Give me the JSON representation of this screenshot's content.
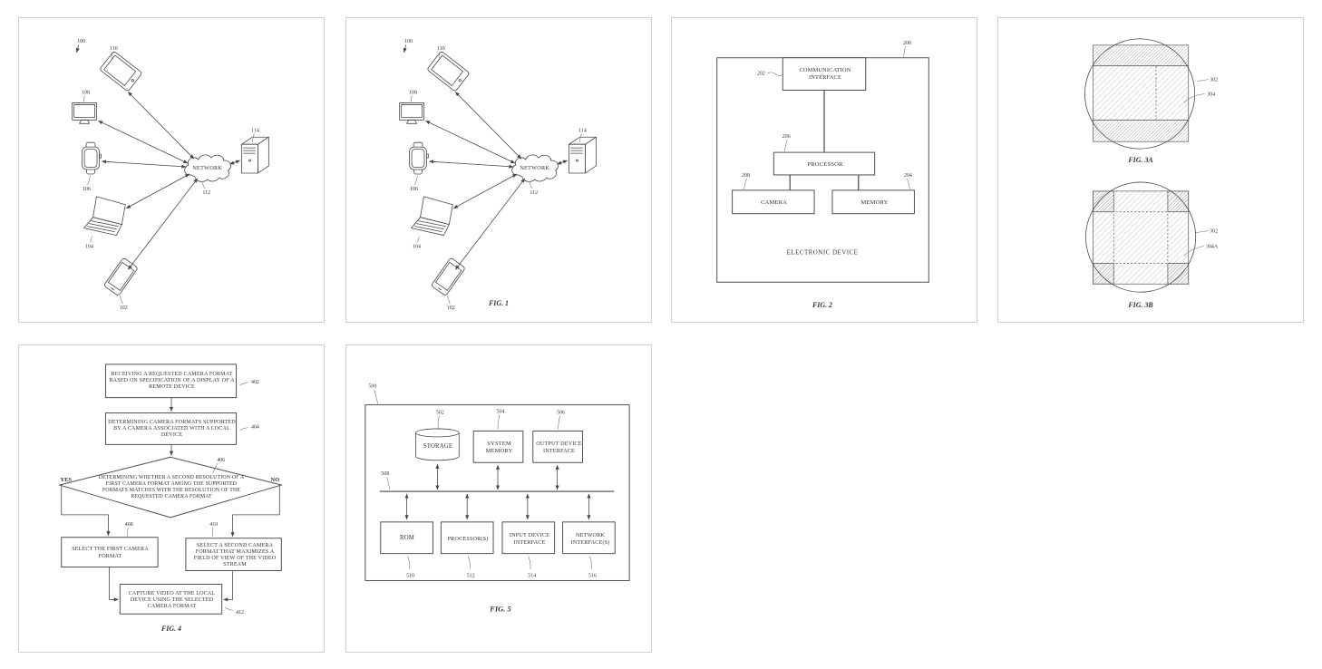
{
  "page": {
    "background": "#ffffff",
    "panel_border": "#cfcfcf",
    "ink": "#3c3c3c"
  },
  "figures": {
    "fig1_preview": {
      "cloud_label": "NETWORK",
      "refs": {
        "root": "100",
        "tablet": "110",
        "display": "108",
        "watch": "106",
        "laptop": "104",
        "phone": "102",
        "server": "114",
        "network": "112"
      },
      "fig_label": ""
    },
    "fig1": {
      "cloud_label": "NETWORK",
      "refs": {
        "root": "100",
        "tablet": "110",
        "display": "108",
        "watch": "106",
        "laptop": "104",
        "phone": "102",
        "server": "114",
        "network": "112"
      },
      "fig_label": "FIG. 1"
    },
    "fig2": {
      "boxes": {
        "comm": "COMMUNICATION INTERFACE",
        "processor": "PROCESSOR",
        "camera": "CAMERA",
        "memory": "MEMORY"
      },
      "refs": {
        "outer": "200",
        "comm": "202",
        "processor": "206",
        "camera": "208",
        "memory": "204"
      },
      "container_label": "ELECTRONIC DEVICE",
      "fig_label": "FIG. 2"
    },
    "fig3a": {
      "refs": {
        "r1": "302",
        "r2": "304"
      },
      "fig_label": "FIG. 3A"
    },
    "fig3b": {
      "refs": {
        "r1": "302",
        "r2": "304A"
      },
      "fig_label": "FIG. 3B"
    },
    "fig4": {
      "steps": {
        "s402": "RECEIVING A REQUESTED CAMERA FORMAT BASED ON SPECIFICATION OF A DISPLAY OF A REMOTE DEVICE",
        "s404": "DETERMINING CAMERA FORMATS SUPPORTED BY A CAMERA ASSOCIATED WITH A LOCAL DEVICE",
        "s406": "DETERMINING WHETHER A SECOND RESOLUTION OF A FIRST CAMERA FORMAT AMONG THE SUPPORTED FORMATS MATCHES WITH THE RESOLUTION OF THE REQUESTED CAMERA FORMAT",
        "s408": "SELECT THE FIRST CAMERA FORMAT",
        "s410": "SELECT A SECOND CAMERA FORMAT THAT MAXIMIZES A FIELD OF VIEW OF THE VIDEO STREAM",
        "s412": "CAPTURE VIDEO AT THE LOCAL DEVICE USING THE SELECTED CAMERA FORMAT"
      },
      "refs": {
        "s402": "402",
        "s404": "404",
        "s406": "406",
        "s408": "408",
        "s410": "410",
        "s412": "412"
      },
      "branch_yes": "YES",
      "branch_no": "NO",
      "fig_label": "FIG. 4"
    },
    "fig5": {
      "boxes": {
        "storage": "STORAGE",
        "system_memory": "SYSTEM MEMORY",
        "output": "OUTPUT DEVICE INTERFACE",
        "rom": "ROM",
        "processors": "PROCESSOR(S)",
        "input": "INPUT DEVICE INTERFACE",
        "network": "NETWORK INTERFACE(S)"
      },
      "refs": {
        "outer": "500",
        "storage": "502",
        "system_memory": "504",
        "output": "506",
        "bus": "508",
        "rom": "510",
        "processors": "512",
        "input": "514",
        "network": "516"
      },
      "fig_label": "FIG. 5"
    }
  }
}
